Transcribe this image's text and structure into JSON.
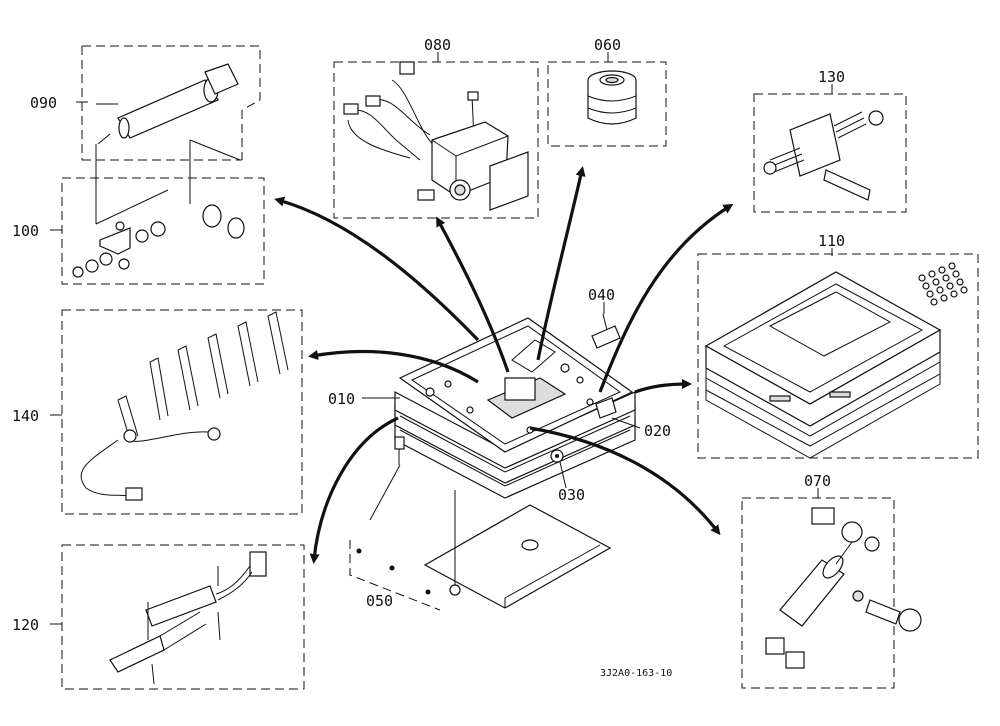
{
  "diagram": {
    "labels": {
      "p010": "010",
      "p020": "020",
      "p030": "030",
      "p040": "040",
      "p050": "050",
      "p060": "060",
      "p070": "070",
      "p080": "080",
      "p090": "090",
      "p100": "100",
      "p110": "110",
      "p120": "120",
      "p130": "130",
      "p140": "140"
    },
    "drawing_code": "3J2A0-163-10"
  }
}
